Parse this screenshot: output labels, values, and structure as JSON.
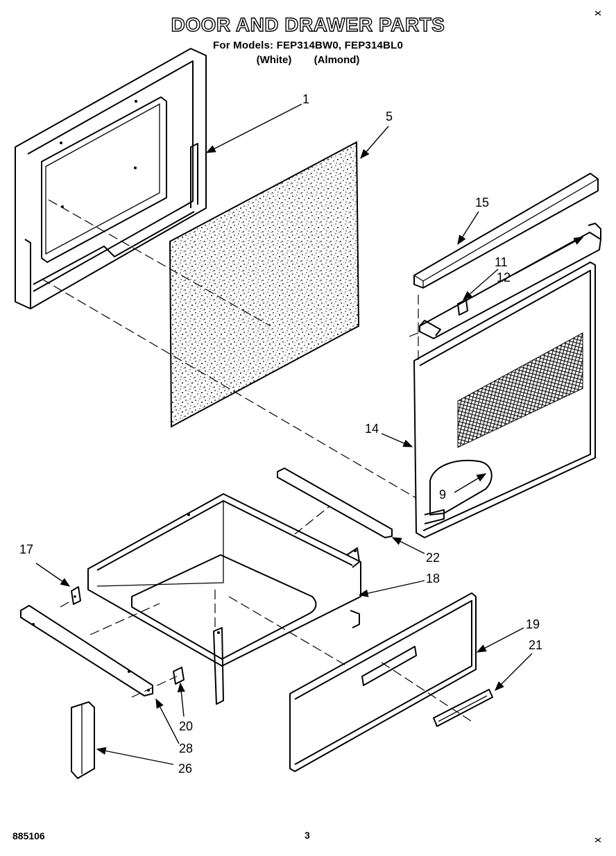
{
  "header": {
    "title": "DOOR AND DRAWER PARTS",
    "subtitle": "For Models: FEP314BW0, FEP314BL0",
    "variant_white": "(White)",
    "variant_almond": "(Almond)"
  },
  "footer": {
    "code": "885106",
    "page": "3"
  },
  "callouts": {
    "c1": "1",
    "c5": "5",
    "c15": "15",
    "c11": "11",
    "c12": "12",
    "c14": "14",
    "c9": "9",
    "c17": "17",
    "c22": "22",
    "c18": "18",
    "c19": "19",
    "c21": "21",
    "c20": "20",
    "c28": "28",
    "c26": "26"
  }
}
